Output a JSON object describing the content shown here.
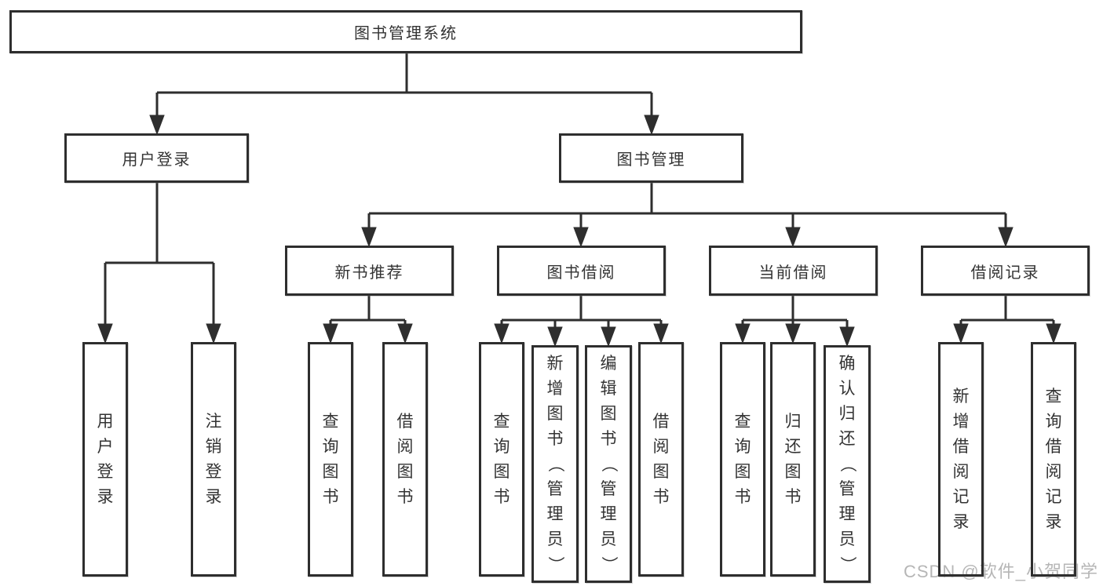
{
  "diagram": {
    "watermark": "CSDN @软件_小贺同学",
    "colors": {
      "line": "#2e2e2e",
      "text": "#333333",
      "watermark": "#b6b6b6",
      "background": "#ffffff"
    },
    "nodes": {
      "root": {
        "label": "图书管理系统"
      },
      "user_login": {
        "label": "用户登录"
      },
      "book_mgmt": {
        "label": "图书管理"
      },
      "new_book_rec": {
        "label": "新书推荐"
      },
      "book_borrow": {
        "label": "图书借阅"
      },
      "current_borrow": {
        "label": "当前借阅"
      },
      "borrow_record": {
        "label": "借阅记录"
      },
      "leaf_user_login": {
        "label": "用户登录"
      },
      "leaf_logout": {
        "label": "注销登录"
      },
      "leaf_nb_query_book": {
        "label": "查询图书"
      },
      "leaf_nb_borrow_book": {
        "label": "借阅图书"
      },
      "leaf_bb_query_book": {
        "label": "查询图书"
      },
      "leaf_bb_add_book_admin": {
        "label": "新增图书（管理员）"
      },
      "leaf_bb_edit_book_admin": {
        "label": "编辑图书（管理员）"
      },
      "leaf_bb_borrow_book": {
        "label": "借阅图书"
      },
      "leaf_cb_query_book": {
        "label": "查询图书"
      },
      "leaf_cb_return_book": {
        "label": "归还图书"
      },
      "leaf_cb_confirm_return_admin": {
        "label": "确认归还（管理员）"
      },
      "leaf_br_add_record": {
        "label": "新增借阅记录"
      },
      "leaf_br_query_record": {
        "label": "查询借阅记录"
      }
    }
  }
}
